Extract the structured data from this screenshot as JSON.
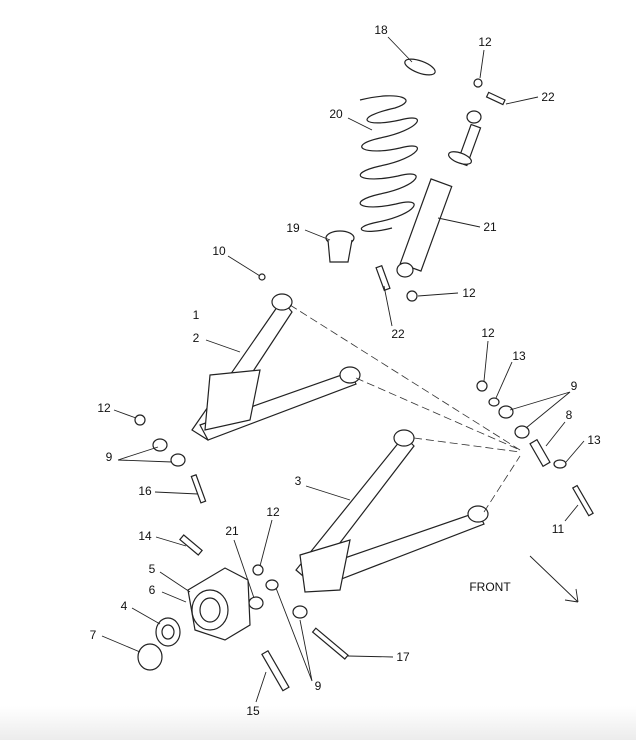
{
  "diagram": {
    "title": "Rear suspension exploded view",
    "front_label": "FRONT",
    "callouts": [
      "18",
      "12",
      "22",
      "20",
      "21",
      "19",
      "10",
      "12",
      "22",
      "1",
      "2",
      "12",
      "13",
      "9",
      "12",
      "8",
      "13",
      "9",
      "16",
      "3",
      "11",
      "14",
      "21",
      "12",
      "5",
      "6",
      "4",
      "7",
      "17",
      "9",
      "15"
    ]
  }
}
